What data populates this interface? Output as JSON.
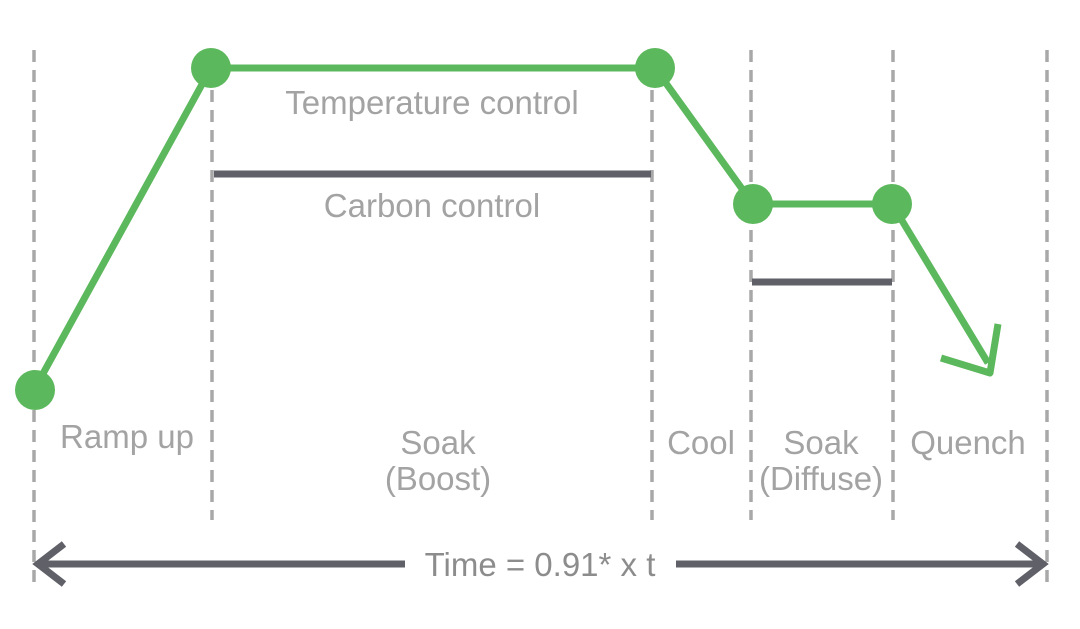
{
  "diagram": {
    "labels": {
      "temperature_control": "Temperature control",
      "carbon_control": "Carbon control",
      "time_axis": "Time = 0.91* x t"
    },
    "stages": [
      {
        "id": "ramp-up",
        "lines": [
          "Ramp up"
        ]
      },
      {
        "id": "soak-boost",
        "lines": [
          "Soak",
          "(Boost)"
        ]
      },
      {
        "id": "cool",
        "lines": [
          "Cool"
        ]
      },
      {
        "id": "soak-diffuse",
        "lines": [
          "Soak",
          "(Diffuse)"
        ]
      },
      {
        "id": "quench",
        "lines": [
          "Quench"
        ]
      }
    ],
    "colors": {
      "temperature_curve": "#5cb85c",
      "carbon_bars": "#5f6068",
      "time_axis": "#5f6068",
      "dividers": "#a8a8a8",
      "text": "#a3a3a3"
    },
    "icons": [
      "arrow-left-icon",
      "arrow-right-icon",
      "arrow-down-right-icon"
    ]
  }
}
